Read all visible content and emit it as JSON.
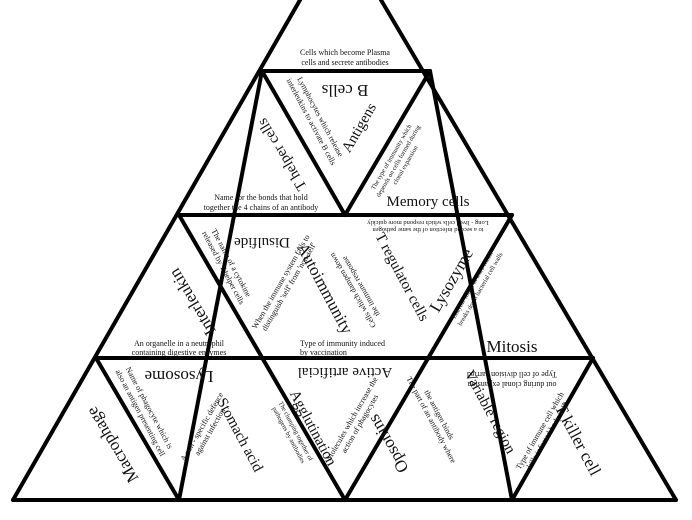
{
  "puzzle": {
    "terms": {
      "b_cells": "B cells",
      "t_helper": "T helper cells",
      "antigens": "Antigens",
      "memory_cells": "Memory cells",
      "disulfide": "Disulfide",
      "interleukin": "Interleukin",
      "autoimmunity": "Autoimmunity",
      "t_regulator": "T regulator cells",
      "lysozyme": "Lysozyme",
      "mitosis": "Mitosis",
      "lysosome": "Lysosome",
      "macrophage": "Macrophage",
      "stomach_acid": "Stomach acid",
      "active_artificial": "Active artificial",
      "agglutination": "Agglutination",
      "opsonins": "Opsonins",
      "variable_region": "Variable region",
      "t_killer": "T killer cell"
    },
    "clues": {
      "plasma_1": "Cells which become Plasma",
      "plasma_2": "cells and secrete antibodies",
      "lymph_1": "Lymphocytes which release",
      "lymph_2": "interleukins to activate B cells",
      "clonal_mem_1": "The type of immunity which",
      "clonal_mem_2": "depends on cells formed during",
      "clonal_mem_3": "clonal expansion",
      "disulfide_1": "Name for the bonds that hold",
      "disulfide_2": "together the 4 chains of an antibody",
      "longlived_1": "Long - lived cells which respond more quickly",
      "longlived_2": "to a second infection of the same pathogen",
      "cytokine_1": "The name of a cytokine",
      "cytokine_2": "released by T helper cells",
      "selfattack_1": "When the immune system fails to",
      "selfattack_2": "distinguish 'self' from 'non-self'",
      "dampen_1": "Cells which dampen down",
      "dampen_2": "the immune response",
      "enzyme_1": "Enzyme found in tears which",
      "enzyme_2": "breaks down bacterial cell walls",
      "neutrophil_1": "An organelle in a neutrophil",
      "neutrophil_2": "containing digestive enzymes",
      "vaccine_1": "Type of immunity induced",
      "vaccine_2": "by vaccination",
      "clonal_div_1": "Type of cell division carried",
      "clonal_div_2": "out during clonal expansion",
      "phagocyte_1": "Name of phagocyte which is",
      "phagocyte_2": "also an antigen presenting cell",
      "nonspecific_1": "A non - specific defence",
      "nonspecific_2": "against infection",
      "clump_1": "The clumping together of",
      "clump_2": "pathogens by antibodies",
      "phago_1": "Molecules which increase the",
      "phago_2": "action of phagocytes",
      "binding_1": "The part of an antibody where",
      "binding_2": "the antigen binds",
      "killer_1": "Type of immune cell which",
      "killer_2": "kills infected body cells"
    }
  }
}
